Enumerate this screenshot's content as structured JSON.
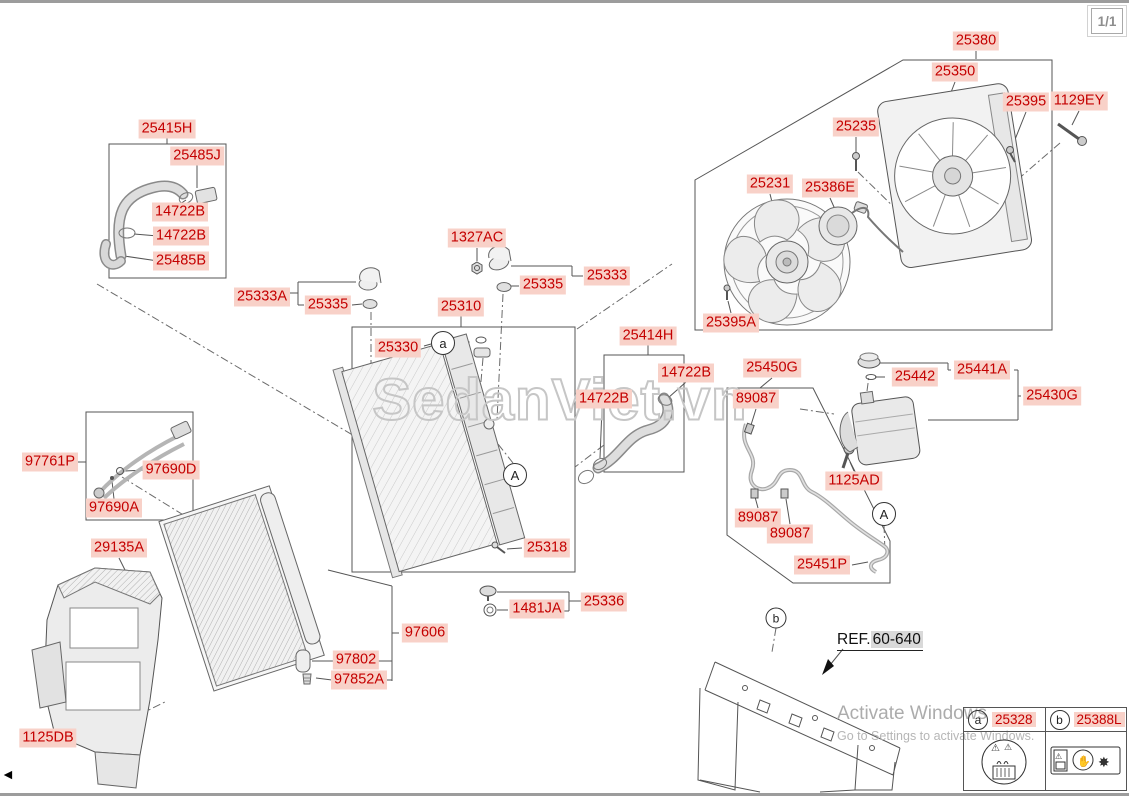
{
  "page": {
    "indicator": "1/1"
  },
  "diagram": {
    "watermark": "SedanViet.vn",
    "activate": {
      "title": "Activate Windows",
      "subtitle": "Go to Settings to activate Windows."
    },
    "ref": {
      "prefix": "REF.",
      "number": "60-640"
    },
    "colors": {
      "label_bg": "#f8d1c8",
      "label_text": "#c40000",
      "line": "#4a4a4a",
      "watermark": "#c6c6c6"
    },
    "labels": [
      {
        "text": "25415H"
      },
      {
        "text": "25485J"
      },
      {
        "text": "14722B"
      },
      {
        "text": "14722B"
      },
      {
        "text": "25485B"
      },
      {
        "text": "25333A"
      },
      {
        "text": "25335"
      },
      {
        "text": "1327AC"
      },
      {
        "text": "25335"
      },
      {
        "text": "25333"
      },
      {
        "text": "25310"
      },
      {
        "text": "25330"
      },
      {
        "text": "25414H"
      },
      {
        "text": "14722B"
      },
      {
        "text": "14722B"
      },
      {
        "text": "25235"
      },
      {
        "text": "25380"
      },
      {
        "text": "25350"
      },
      {
        "text": "25395"
      },
      {
        "text": "1129EY"
      },
      {
        "text": "25231"
      },
      {
        "text": "25386E"
      },
      {
        "text": "25395A"
      },
      {
        "text": "25450G"
      },
      {
        "text": "25442"
      },
      {
        "text": "25441A"
      },
      {
        "text": "25430G"
      },
      {
        "text": "89087"
      },
      {
        "text": "1125AD"
      },
      {
        "text": "89087"
      },
      {
        "text": "89087"
      },
      {
        "text": "25451P"
      },
      {
        "text": "97761P"
      },
      {
        "text": "97690D"
      },
      {
        "text": "97690A"
      },
      {
        "text": "29135A"
      },
      {
        "text": "25318"
      },
      {
        "text": "25336"
      },
      {
        "text": "1481JA"
      },
      {
        "text": "97606"
      },
      {
        "text": "97802"
      },
      {
        "text": "97852A"
      },
      {
        "text": "1125DB"
      }
    ],
    "callouts": [
      {
        "letter": "a"
      },
      {
        "letter": "A"
      },
      {
        "letter": "A"
      },
      {
        "letter": "b"
      }
    ],
    "legend": {
      "items": [
        {
          "letter": "a",
          "part": "25328"
        },
        {
          "letter": "b",
          "part": "25388L"
        }
      ]
    }
  }
}
